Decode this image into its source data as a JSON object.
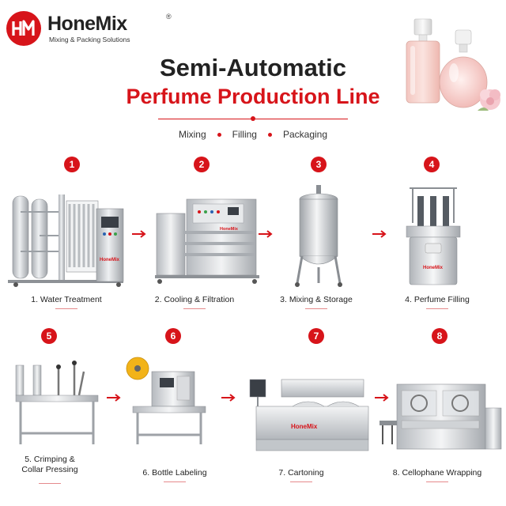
{
  "brand": {
    "name": "HoneMix",
    "registered": "®",
    "tagline": "Mixing & Packing Solutions",
    "monogram": "HM"
  },
  "title": {
    "line1": "Semi-Automatic",
    "line2": "Perfume Production Line"
  },
  "stages": [
    "Mixing",
    "Filling",
    "Packaging"
  ],
  "colors": {
    "accent": "#d7141a",
    "steel": "#c9ccd0",
    "text": "#222222"
  },
  "machine_brand": "HoneMix",
  "steps": [
    {
      "number": "1",
      "label": "1. Water Treatment"
    },
    {
      "number": "2",
      "label": "2. Cooling & Filtration"
    },
    {
      "number": "3",
      "label": "3. Mixing & Storage"
    },
    {
      "number": "4",
      "label": "4. Perfume Filling"
    },
    {
      "number": "5",
      "label": "5. Crimping &\nCollar Pressing"
    },
    {
      "number": "6",
      "label": "6. Bottle Labeling"
    },
    {
      "number": "7",
      "label": "7. Cartoning"
    },
    {
      "number": "8",
      "label": "8. Cellophane Wrapping"
    }
  ],
  "icons": {
    "arrow": "arrow-right-icon"
  }
}
